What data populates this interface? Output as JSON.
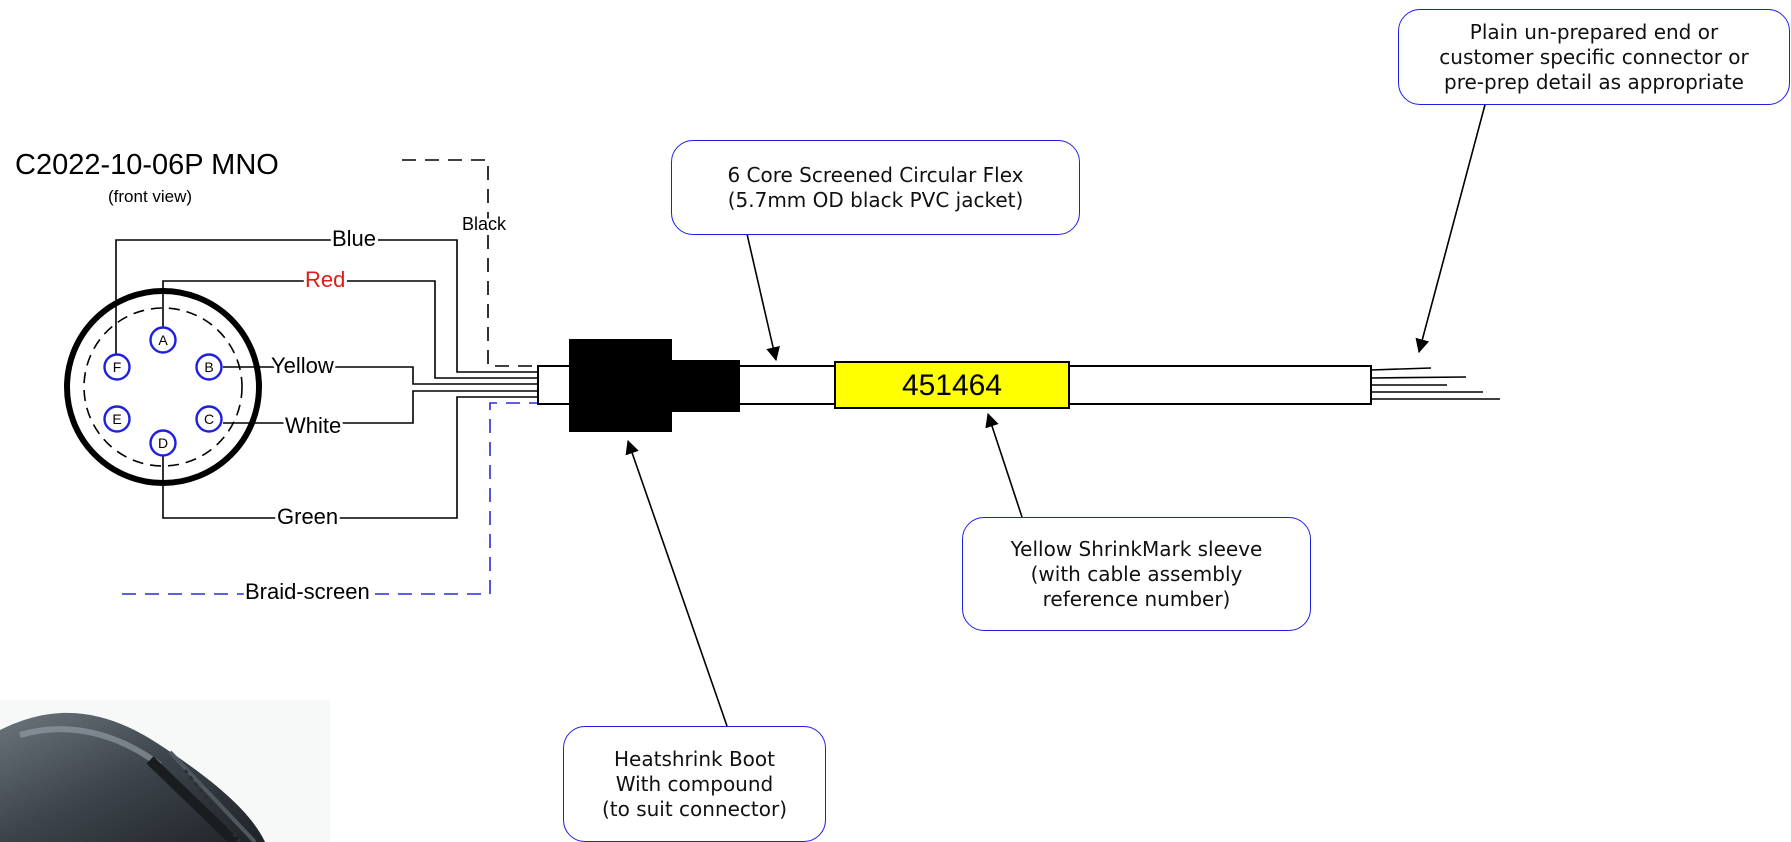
{
  "connector": {
    "part_number": "C2022-10-06P MNO",
    "view_label": "(front view)",
    "pins": [
      "A",
      "B",
      "C",
      "D",
      "E",
      "F"
    ]
  },
  "wires": {
    "blue": "Blue",
    "red": "Red",
    "yellow": "Yellow",
    "white": "White",
    "green": "Green",
    "black": "Black",
    "braid": "Braid-screen"
  },
  "sleeve": {
    "reference": "451464"
  },
  "callouts": {
    "cable": [
      "6 Core Screened Circular Flex",
      "(5.7mm OD black PVC jacket)"
    ],
    "end": [
      "Plain un-prepared end or",
      "customer specific connector or",
      "pre-prep detail as appropriate"
    ],
    "sleeve": [
      "Yellow ShrinkMark sleeve",
      "(with cable assembly",
      "reference number)"
    ],
    "boot": [
      "Heatshrink Boot",
      "With compound",
      "(to suit connector)"
    ]
  },
  "colors": {
    "callout_border": "#1f1fe0",
    "pin_circle": "#1f1fe0",
    "red_label": "#e01b1b",
    "sleeve_fill": "#ffff00",
    "braid_line": "#2a2ad8"
  },
  "photo": {
    "icon": "connector-photo"
  }
}
